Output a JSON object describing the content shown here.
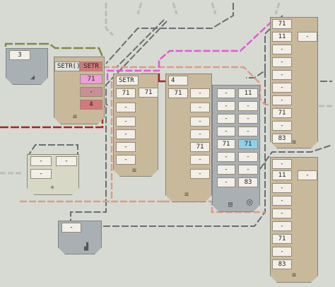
{
  "nodes": {
    "left_top": {
      "value": "3"
    },
    "setr_block": {
      "call1": "SETR()",
      "call2": "SETR()",
      "op": "SETR",
      "r1": "71",
      "r2": "-",
      "r3": "4"
    },
    "add_node": {
      "a": "-",
      "b": "-",
      "c": "-"
    },
    "bottom_left": {
      "value": "-"
    },
    "column_a": {
      "header": "SETR",
      "values": [
        "71",
        "-",
        "-",
        "-",
        "-",
        "-"
      ]
    },
    "column_b": {
      "header": "4",
      "values": [
        "71",
        "-",
        "-",
        "-",
        "71",
        "-",
        "-",
        "-"
      ]
    },
    "pair_mid": {
      "value": "71"
    },
    "grid": {
      "col1": [
        "-",
        "-",
        "-",
        "-",
        "71",
        "-",
        "-",
        "-"
      ],
      "col2": [
        "11",
        "-",
        "-",
        "-",
        "71",
        "-",
        "-",
        "83"
      ]
    },
    "right_top": {
      "side": "-",
      "values": [
        "71",
        "11",
        "-",
        "-",
        "-",
        "-",
        "-",
        "71",
        "-",
        "83"
      ]
    },
    "right_bottom": {
      "side": "-",
      "values": [
        "-",
        "11",
        "-",
        "-",
        "-",
        "-",
        "-",
        "71",
        "-",
        "83"
      ]
    }
  },
  "colors": {
    "tan": "#c9b99b",
    "grey": "#a9b0b4",
    "wire_magenta": "#e05cd0",
    "wire_red": "#a82424",
    "wire_salmon": "#dc9c8c",
    "wire_dark": "#5b6064"
  },
  "icons": [
    "chart-icon",
    "list-icon",
    "plus-icon",
    "memory-icon",
    "target-icon",
    "hand-icon"
  ]
}
